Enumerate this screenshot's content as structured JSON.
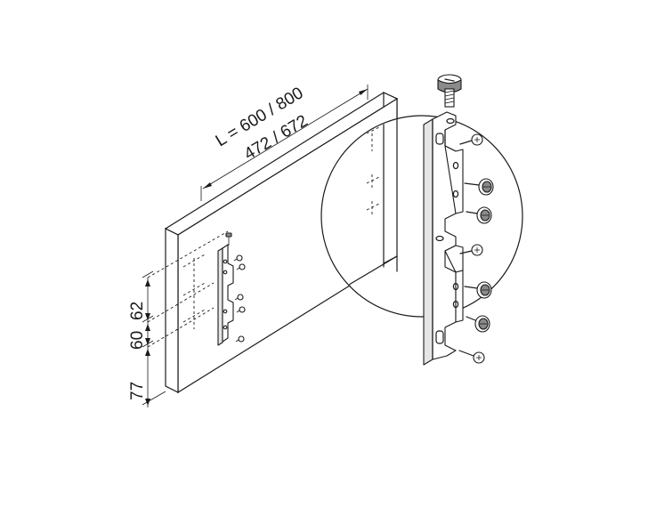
{
  "dimensions": {
    "length_label": "L = 600 / 800",
    "length_sub_label": "472 / 672",
    "spacing_top": "62",
    "spacing_middle": "60",
    "spacing_bottom": "77"
  }
}
